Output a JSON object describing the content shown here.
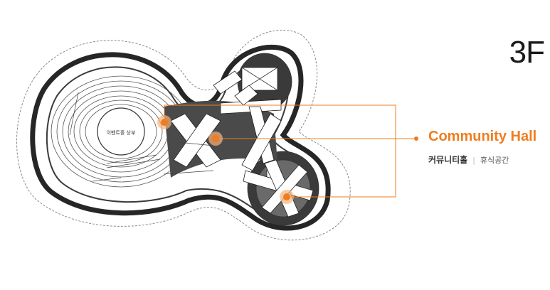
{
  "floor": "3F",
  "space": {
    "name_en": "Community Hall",
    "name_kr": "커뮤니티홀",
    "description": "휴식공간"
  },
  "plan_label": "이벤트홀 상부",
  "colors": {
    "accent": "#ef7d1e",
    "plan_ink": "#2b2b2b",
    "marker_glow": "#f7b27a"
  },
  "markers": 3
}
